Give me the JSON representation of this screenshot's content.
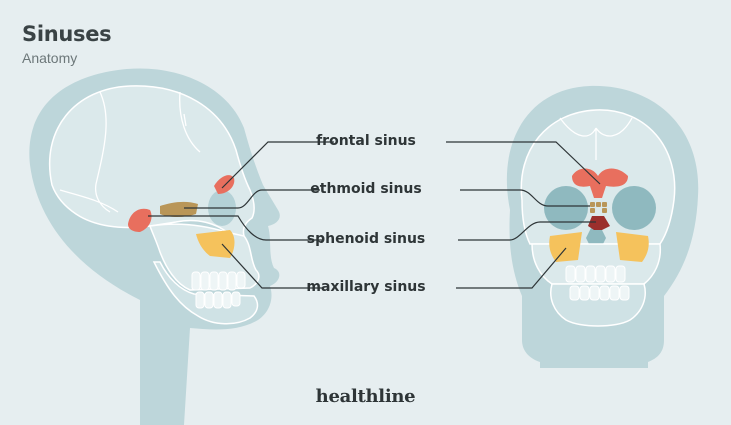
{
  "header": {
    "title": "Sinuses",
    "subtitle": "Anatomy"
  },
  "labels": {
    "frontal": "frontal sinus",
    "ethmoid": "ethmoid sinus",
    "sphenoid": "sphenoid sinus",
    "maxillary": "maxillary sinus"
  },
  "brand": "healthline",
  "colors": {
    "background": "#e6eef0",
    "head": "#bdd6da",
    "skull": "#dbe9eb",
    "skull_outline": "#ffffff",
    "eye_socket": "#8fb9bf",
    "frontal": "#e86f5e",
    "ethmoid": "#b99658",
    "sphenoid": "#9b2f2c",
    "maxillary": "#f5c25c",
    "line": "#2e3537"
  }
}
